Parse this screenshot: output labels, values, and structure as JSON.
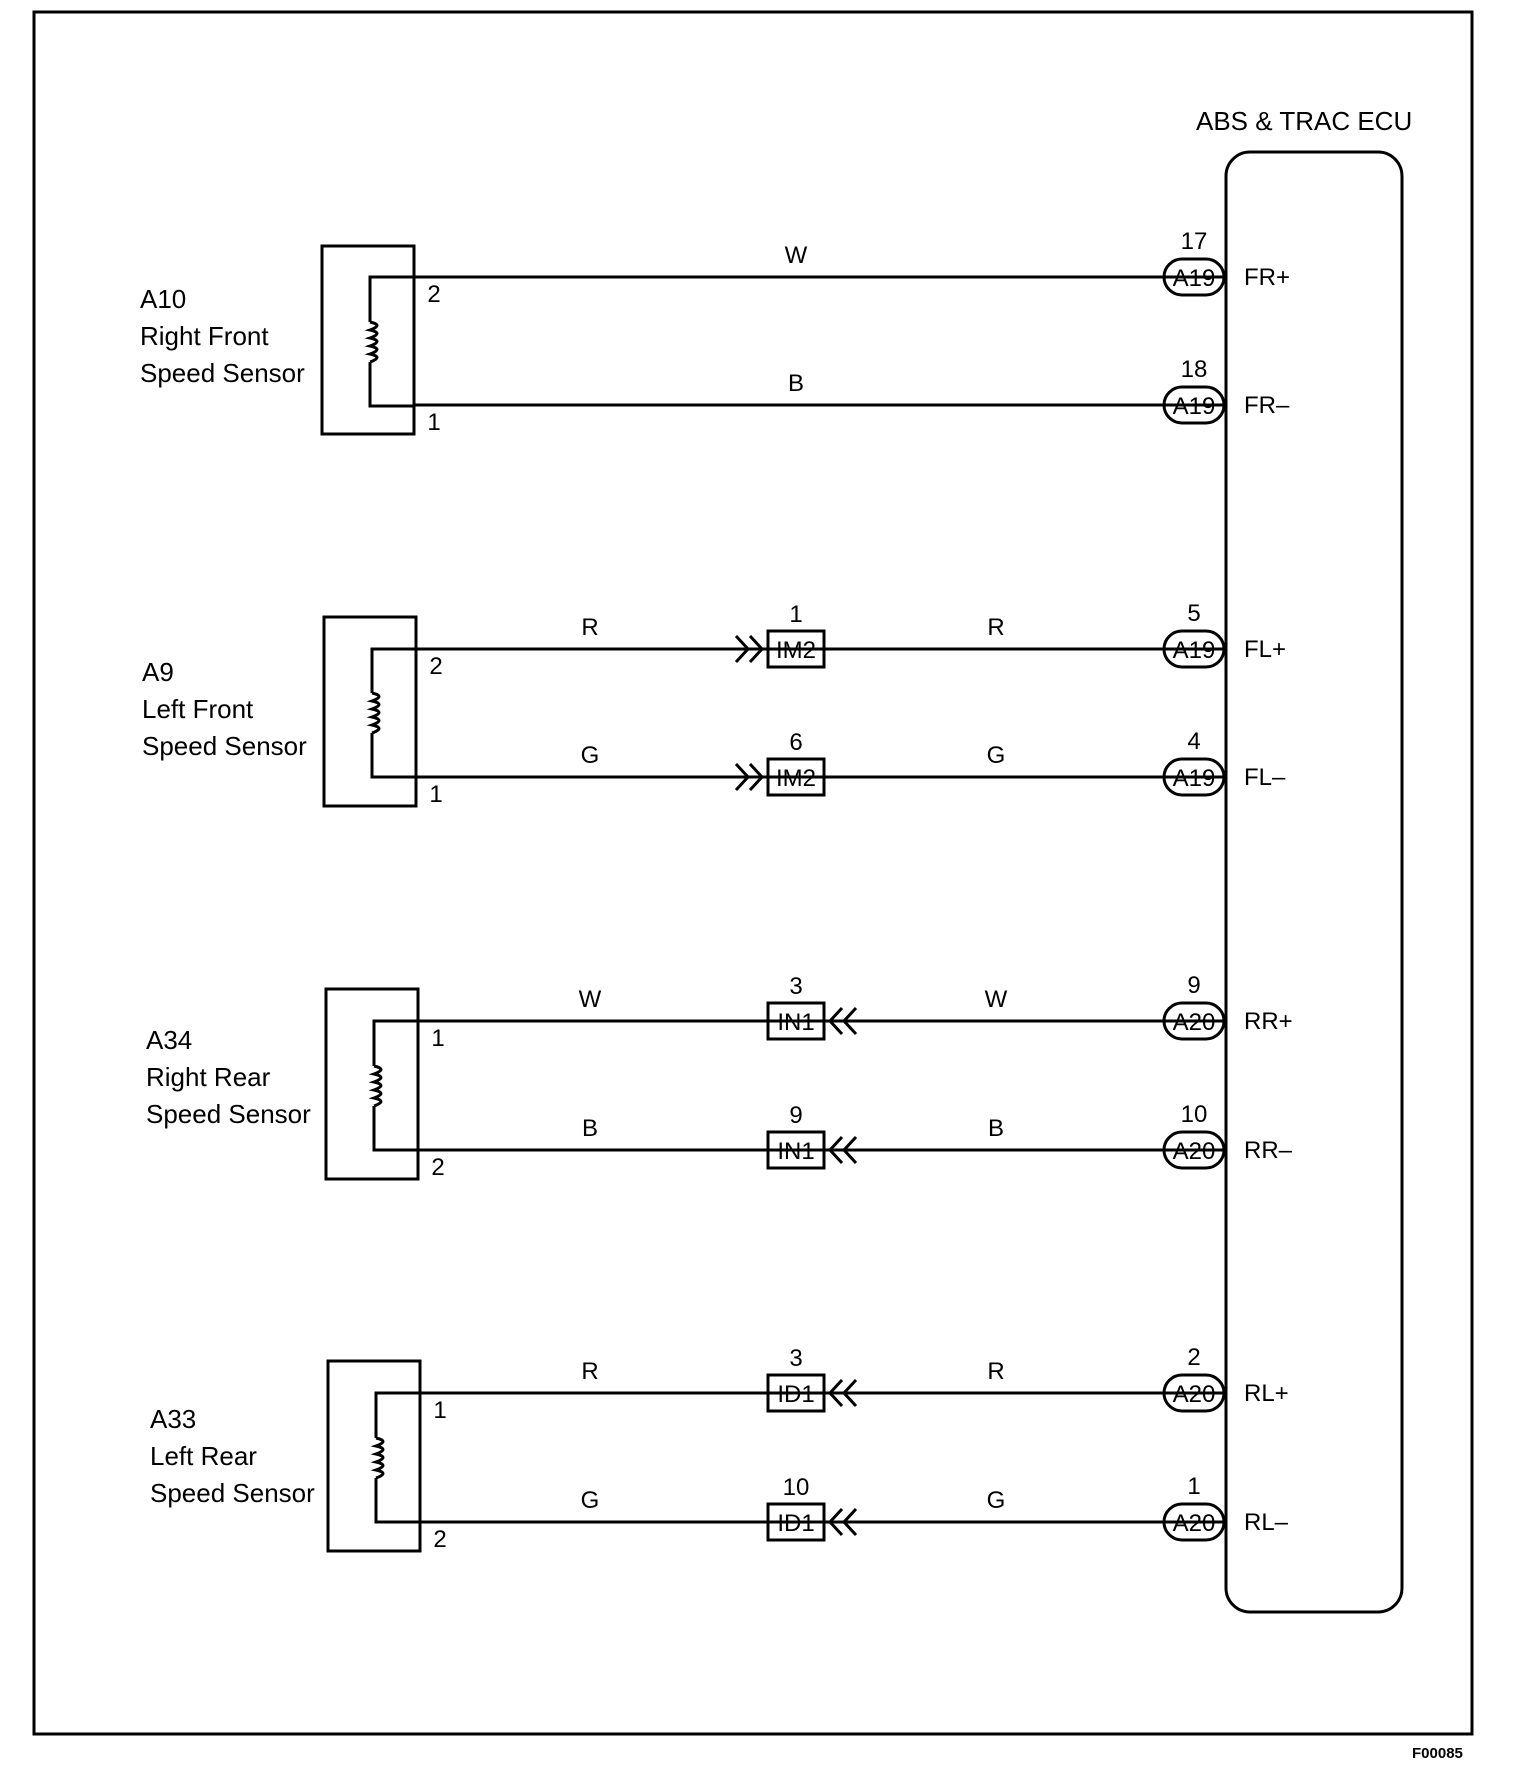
{
  "figure_id": "F00085",
  "ecu": {
    "title": "ABS & TRAC ECU"
  },
  "sensors": [
    {
      "id": "A10",
      "name_line1": "Right Front",
      "name_line2": "Speed Sensor"
    },
    {
      "id": "A9",
      "name_line1": "Left Front",
      "name_line2": "Speed Sensor"
    },
    {
      "id": "A34",
      "name_line1": "Right Rear",
      "name_line2": "Speed Sensor"
    },
    {
      "id": "A33",
      "name_line1": "Left Rear",
      "name_line2": "Speed Sensor"
    }
  ],
  "wires": [
    {
      "sensor_pin": "2",
      "color_left": "W",
      "color_right": "",
      "junction": "",
      "junction_pin": "",
      "ecu_connector": "A19",
      "ecu_pin": "17",
      "signal": "FR+"
    },
    {
      "sensor_pin": "1",
      "color_left": "B",
      "color_right": "",
      "junction": "",
      "junction_pin": "",
      "ecu_connector": "A19",
      "ecu_pin": "18",
      "signal": "FR–"
    },
    {
      "sensor_pin": "2",
      "color_left": "R",
      "color_right": "R",
      "junction": "IM2",
      "junction_pin": "1",
      "ecu_connector": "A19",
      "ecu_pin": "5",
      "signal": "FL+"
    },
    {
      "sensor_pin": "1",
      "color_left": "G",
      "color_right": "G",
      "junction": "IM2",
      "junction_pin": "6",
      "ecu_connector": "A19",
      "ecu_pin": "4",
      "signal": "FL–"
    },
    {
      "sensor_pin": "1",
      "color_left": "W",
      "color_right": "W",
      "junction": "IN1",
      "junction_pin": "3",
      "ecu_connector": "A20",
      "ecu_pin": "9",
      "signal": "RR+"
    },
    {
      "sensor_pin": "2",
      "color_left": "B",
      "color_right": "B",
      "junction": "IN1",
      "junction_pin": "9",
      "ecu_connector": "A20",
      "ecu_pin": "10",
      "signal": "RR–"
    },
    {
      "sensor_pin": "1",
      "color_left": "R",
      "color_right": "R",
      "junction": "ID1",
      "junction_pin": "3",
      "ecu_connector": "A20",
      "ecu_pin": "2",
      "signal": "RL+"
    },
    {
      "sensor_pin": "2",
      "color_left": "G",
      "color_right": "G",
      "junction": "ID1",
      "junction_pin": "10",
      "ecu_connector": "A20",
      "ecu_pin": "1",
      "signal": "RL–"
    }
  ]
}
